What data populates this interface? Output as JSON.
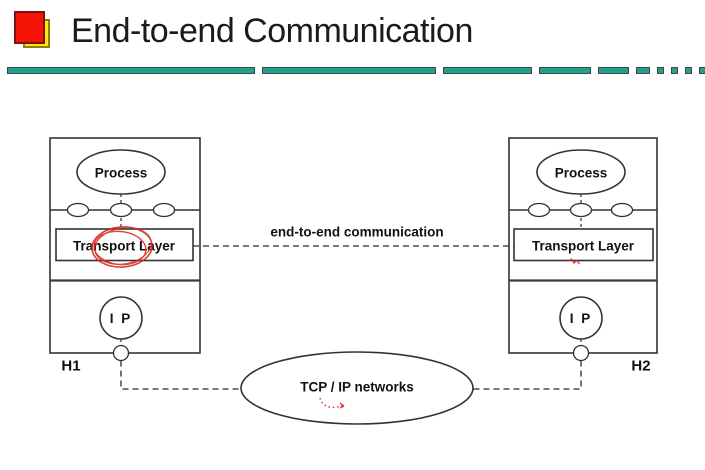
{
  "header": {
    "title": "End-to-end Communication",
    "bullet_icon": "red-yellow-overlapping-squares-icon"
  },
  "colors": {
    "divider_teal": "#1ea28e",
    "bullet_red": "#f61408",
    "bullet_yellow": "#ffe70c",
    "diagram_line": "#303030",
    "annotation_red": "#d52b1e"
  },
  "divider_segments": [
    246,
    172,
    87,
    50,
    29,
    12,
    5,
    5,
    5,
    5,
    5
  ],
  "diagram": {
    "host_left": {
      "name": "H1",
      "process_label": "Process",
      "transport_label": "Transport Layer",
      "ip_label": "I P"
    },
    "host_right": {
      "name": "H2",
      "process_label": "Process",
      "transport_label": "Transport Layer",
      "ip_label": "I P"
    },
    "link_label": "end-to-end communication",
    "network_label": "TCP / IP  networks"
  }
}
